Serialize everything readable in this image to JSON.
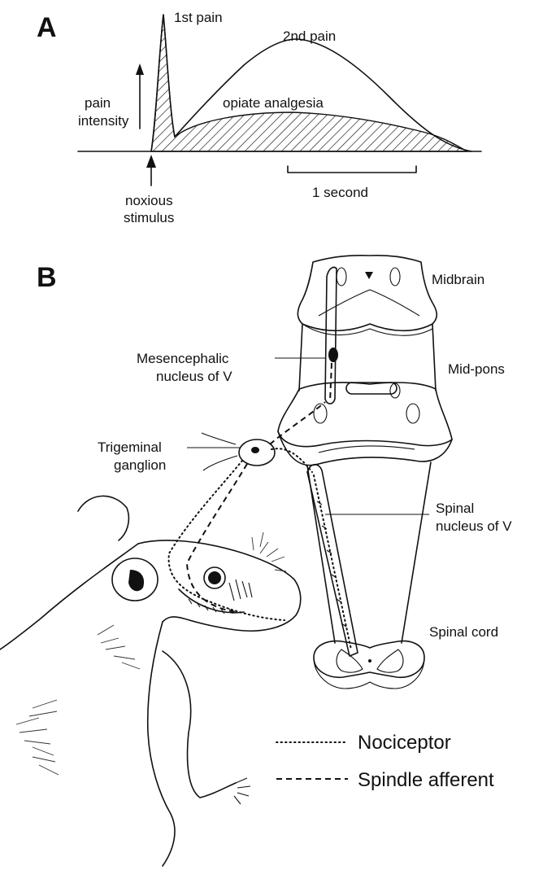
{
  "panel_a": {
    "letter": "A",
    "first_pain": "1st pain",
    "second_pain": "2nd pain",
    "opiate": "opiate analgesia",
    "pain_line1": "pain",
    "pain_line2": "intensity",
    "stimulus_line1": "noxious",
    "stimulus_line2": "stimulus",
    "scale": "1 second"
  },
  "panel_b": {
    "letter": "B",
    "midbrain": "Midbrain",
    "midpons": "Mid-pons",
    "mesencephalic_line1": "Mesencephalic",
    "mesencephalic_line2": "nucleus of V",
    "trigeminal_line1": "Trigeminal",
    "trigeminal_line2": "ganglion",
    "spinal_nucleus_line1": "Spinal",
    "spinal_nucleus_line2": "nucleus of V",
    "spinal_cord": "Spinal cord"
  },
  "legend": {
    "nociceptor": "Nociceptor",
    "spindle": "Spindle afferent"
  }
}
